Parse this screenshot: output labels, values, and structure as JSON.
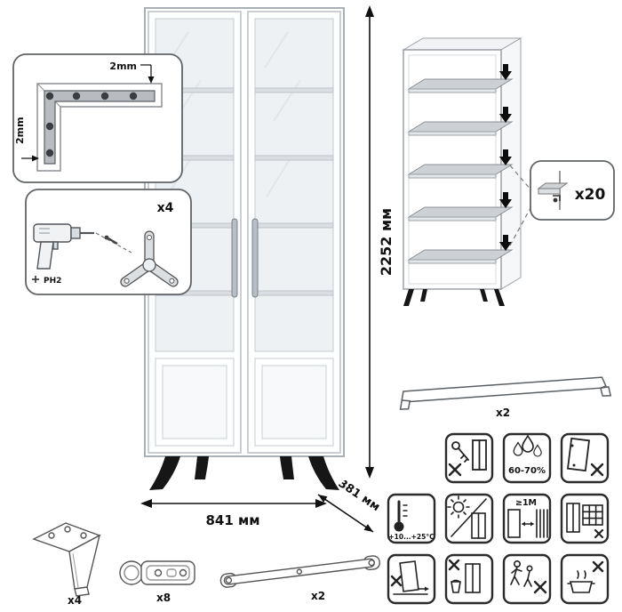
{
  "main": {
    "height_label": "2252 мм",
    "width_label": "841 мм",
    "depth_label": "381 мм"
  },
  "inset_corner": {
    "gap_top": "2mm",
    "gap_side": "2mm"
  },
  "inset_drill": {
    "qty": "x4",
    "bit": "PH2"
  },
  "shelf_callout": {
    "qty": "x20"
  },
  "handle": {
    "qty": "x2"
  },
  "parts": {
    "leg_qty": "x4",
    "hinge_qty": "x8",
    "strip_qty": "x2"
  },
  "icons": {
    "humidity": "60-70%",
    "temperature": "+10...+25°C",
    "distance": "≥1M"
  },
  "colors": {
    "outline": "#9aa0a6",
    "legs": "#161616",
    "dimension": "#111111",
    "icon_stroke": "#222222"
  }
}
